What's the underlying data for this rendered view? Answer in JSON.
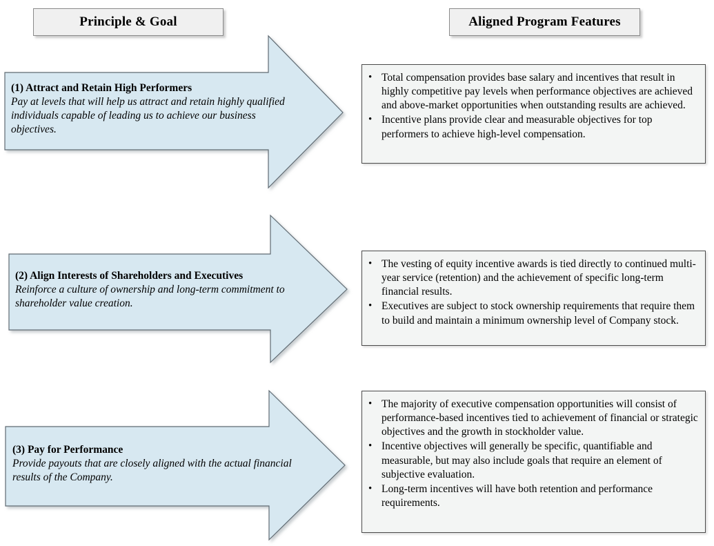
{
  "headers": {
    "left": "Principle & Goal",
    "right": "Aligned Program Features"
  },
  "colors": {
    "arrow_fill": "#d7e8f1",
    "arrow_border": "#5f6a72",
    "header_bg": "#f0f0f0",
    "header_border": "#8a8a8a",
    "feature_bg": "#f3f5f4",
    "feature_border": "#4a4a4a"
  },
  "rows": [
    {
      "principle": {
        "title": "(1)  Attract and Retain High Performers",
        "description": "Pay at levels that will help us attract and retain highly qualified individuals capable of leading us to achieve our business objectives."
      },
      "features": [
        "Total compensation provides base salary and incentives that result in highly competitive pay levels when performance objectives are achieved and above-market opportunities when outstanding results are achieved.",
        "Incentive plans provide clear and measurable objectives for top performers to achieve high-level compensation."
      ]
    },
    {
      "principle": {
        "title": "(2)  Align Interests of Shareholders and Executives",
        "description": "Reinforce a culture of ownership and long-term commitment to shareholder value creation."
      },
      "features": [
        "The vesting of equity incentive awards is tied directly to continued multi-year service (retention) and the achievement of specific long-term financial results.",
        "Executives are subject to stock ownership requirements that require them to build and maintain a minimum ownership level of Company stock."
      ]
    },
    {
      "principle": {
        "title": "(3)  Pay for Performance",
        "description": "Provide payouts that are closely aligned with the actual financial results of the Company."
      },
      "features": [
        "The majority of executive compensation opportunities will consist of performance-based incentives tied to achievement of financial or strategic objectives and the growth in stockholder value.",
        "Incentive objectives will generally be specific, quantifiable and measurable, but may also include goals that require an element of subjective evaluation.",
        "Long-term incentives will have both retention and performance requirements."
      ]
    }
  ],
  "bullet_glyph": "•"
}
